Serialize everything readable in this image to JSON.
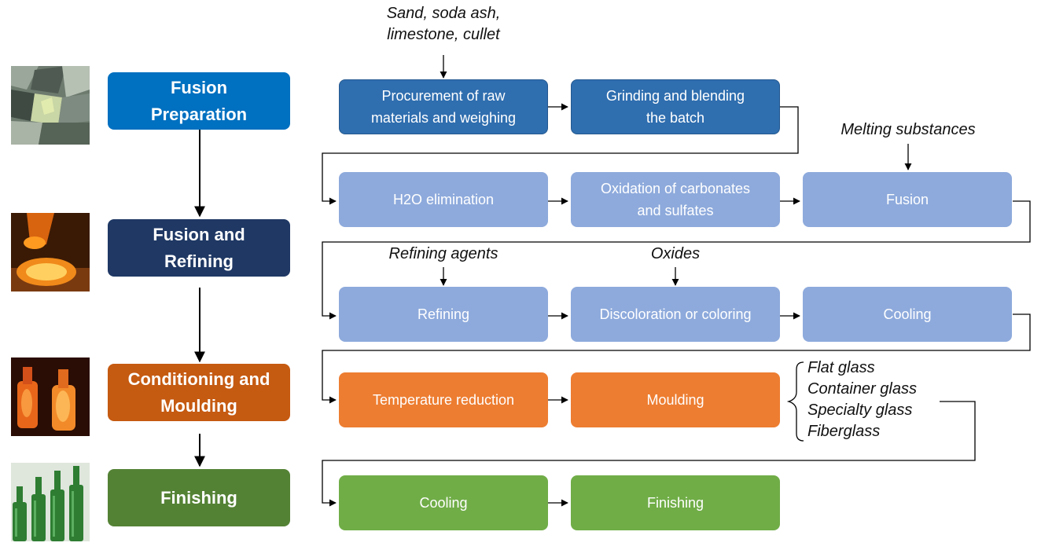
{
  "stages": [
    {
      "label": "Fusion\nPreparation",
      "color": "#0070c0"
    },
    {
      "label": "Fusion and\nRefining",
      "color": "#1f3864"
    },
    {
      "label": "Conditioning and\nMoulding",
      "color": "#c55a11"
    },
    {
      "label": "Finishing",
      "color": "#548235"
    }
  ],
  "rows": [
    [
      "Procurement of raw\nmaterials and weighing",
      "Grinding and blending\nthe batch"
    ],
    [
      "H2O elimination",
      "Oxidation of carbonates\nand sulfates",
      "Fusion"
    ],
    [
      "Refining",
      "Discoloration or coloring",
      "Cooling"
    ],
    [
      "Temperature reduction",
      "Moulding"
    ],
    [
      "Cooling",
      "Finishing"
    ]
  ],
  "inputs": {
    "raw_materials": "Sand, soda ash,\nlimestone, cullet",
    "melting": "Melting substances",
    "refining_agents": "Refining agents",
    "oxides": "Oxides"
  },
  "products": [
    "Flat glass",
    "Container glass",
    "Specialty glass",
    "Fiberglass"
  ],
  "photos": [
    "cullet-photo",
    "molten-glass-photo",
    "hot-bottles-photo",
    "green-bottles-photo"
  ]
}
